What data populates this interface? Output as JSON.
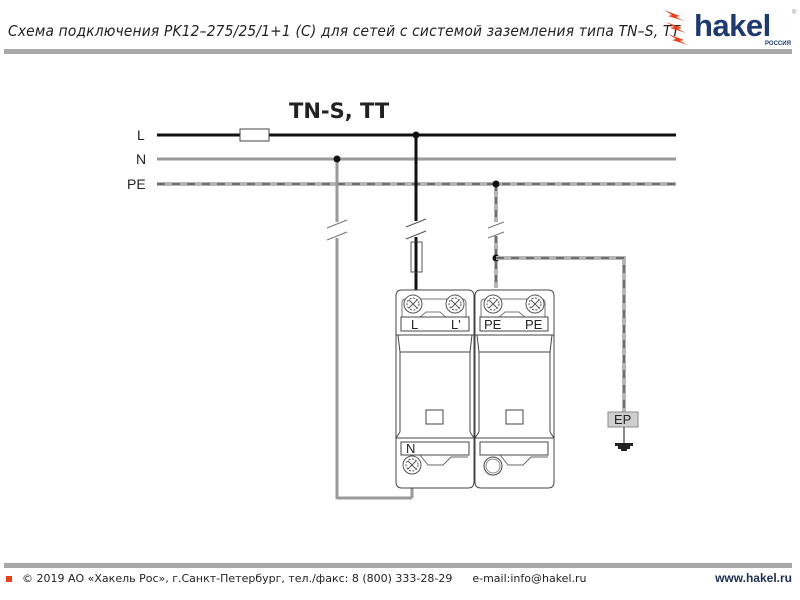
{
  "header": {
    "title": "Схема подключения PK12–275/25/1+1 (C) для сетей с системой заземления типа TN–S, TT",
    "logo_text": "hakel",
    "logo_subtext": "РОССИЯ",
    "logo_mark": "®"
  },
  "diagram": {
    "system_label": "TN-S, TT",
    "lines": [
      {
        "label": "L",
        "style": "solid-black"
      },
      {
        "label": "N",
        "style": "solid-gray"
      },
      {
        "label": "PE",
        "style": "dashed-gray"
      }
    ],
    "device": {
      "top_terminals_left": [
        "L",
        "L'"
      ],
      "top_terminals_right": [
        "PE",
        "PE"
      ],
      "bottom_terminal_left": "N"
    },
    "earth_label": "EP"
  },
  "footer": {
    "copyright": "© 2019 АО «Хакель Рос», г.Санкт-Петербург, тел./факс: 8 (800) 333-28-29",
    "email": "e-mail:info@hakel.ru",
    "website": "www.hakel.ru"
  },
  "colors": {
    "accent_red": "#e8401c",
    "brand_blue": "#1e3a6e",
    "wire_black": "#111111",
    "wire_gray": "#9a9a9a",
    "rule_gray": "#a9a9a9"
  }
}
